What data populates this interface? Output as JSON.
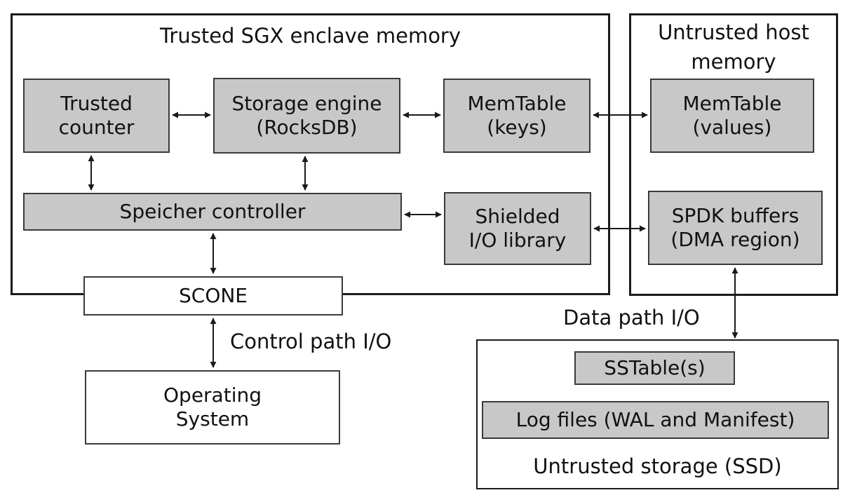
{
  "regions": {
    "trusted_enclave": "Trusted SGX enclave memory",
    "untrusted_host": [
      "Untrusted host",
      "memory"
    ],
    "untrusted_storage": "Untrusted storage (SSD)"
  },
  "boxes": {
    "trusted_counter": [
      "Trusted",
      "counter"
    ],
    "storage_engine": [
      "Storage engine",
      "(RocksDB)"
    ],
    "memtable_keys": [
      "MemTable",
      "(keys)"
    ],
    "speicher_controller": "Speicher controller",
    "shielded_io": [
      "Shielded",
      "I/O library"
    ],
    "memtable_values": [
      "MemTable",
      "(values)"
    ],
    "spdk_buffers": [
      "SPDK buffers",
      "(DMA region)"
    ],
    "scone": "SCONE",
    "operating_system": [
      "Operating",
      "System"
    ],
    "sstables": "SSTable(s)",
    "log_files": "Log files (WAL and Manifest)"
  },
  "edge_labels": {
    "control_path": "Control path I/O",
    "data_path": "Data path I/O"
  },
  "colors": {
    "box_fill": "#c8c8c8",
    "box_border": "#3a3a3a",
    "region_border": "#1a1a1a",
    "arrow": "#1a1a1a"
  }
}
